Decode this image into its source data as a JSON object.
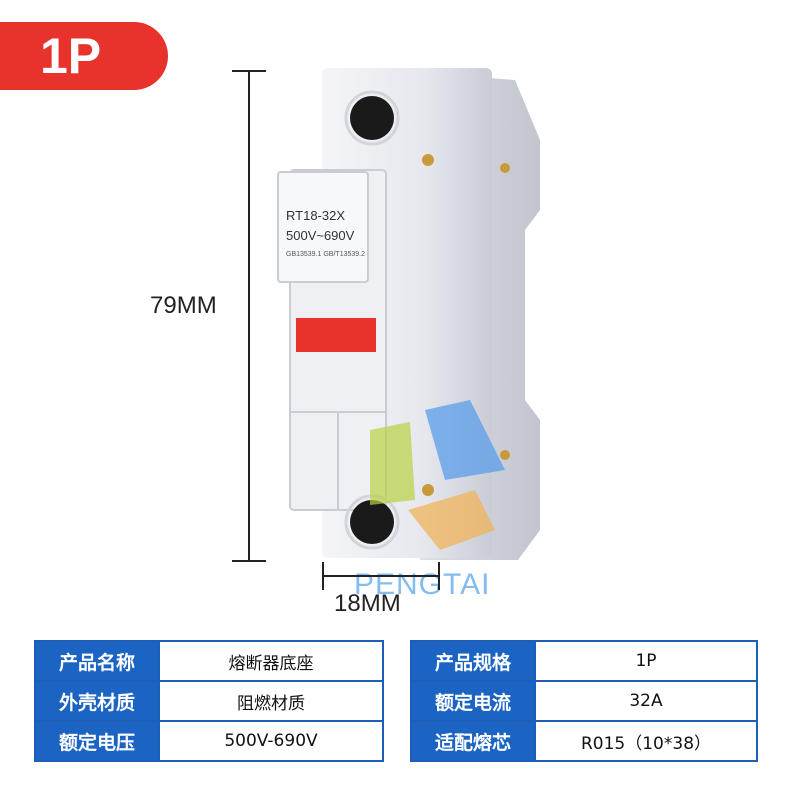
{
  "badge": {
    "label": "1P"
  },
  "dimensions": {
    "height_label": "79MM",
    "width_label": "18MM"
  },
  "product_label": {
    "model": "RT18-32X",
    "voltage": "500V~690V",
    "standards": "GB13539.1 GB/T13539.2"
  },
  "indicator_color": "#e8332c",
  "watermark": "PENGTAI",
  "specs_left": [
    {
      "key": "产品名称",
      "value": "熔断器底座"
    },
    {
      "key": "外壳材质",
      "value": "阻燃材质"
    },
    {
      "key": "额定电压",
      "value": "500V-690V"
    }
  ],
  "specs_right": [
    {
      "key": "产品规格",
      "value": "1P"
    },
    {
      "key": "额定电流",
      "value": "32A"
    },
    {
      "key": "适配熔芯",
      "value": "R015（10*38）"
    }
  ]
}
